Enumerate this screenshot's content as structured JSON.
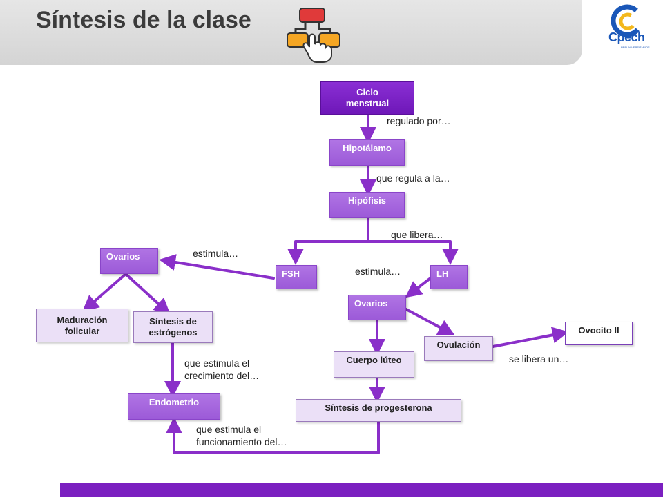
{
  "header": {
    "title": "Síntesis de la clase",
    "logo_text": "Cpech",
    "logo_subtext": "PREUNIVERSITARIOS"
  },
  "colors": {
    "accent": "#7b1fc0",
    "node_dark": "#7a22c6",
    "node_mid": "#a86ae0",
    "node_light": "#ebe0f7",
    "arrow": "#8a2fc9",
    "logo_blue": "#1a57b8",
    "logo_yellow": "#f3b81c"
  },
  "diagram": {
    "nodes": {
      "ciclo_line1": "Ciclo",
      "ciclo_line2": "menstrual",
      "hipotalamo": "Hipotálamo",
      "hipofisis": "Hipófisis",
      "ovarios_left": "Ovarios",
      "fsh": "FSH",
      "lh": "LH",
      "ovarios_center": "Ovarios",
      "maduracion_line1": "Maduración",
      "maduracion_line2": "folicular",
      "sintesis_estrogenos_line1": "Síntesis de",
      "sintesis_estrogenos_line2": "estrógenos",
      "endometrio": "Endometrio",
      "cuerpo_luteo": "Cuerpo lúteo",
      "ovulacion": "Ovulación",
      "ovocito": "Ovocito II",
      "sintesis_progesterona": "Síntesis de progesterona"
    },
    "labels": {
      "regulado_por": "regulado por…",
      "que_regula": "que regula a la…",
      "que_libera": "que libera…",
      "estimula_1": "estimula…",
      "estimula_2": "estimula…",
      "crecimiento_line1": "que estimula el",
      "crecimiento_line2": "crecimiento del…",
      "funcionamiento_line1": "que estimula el",
      "funcionamiento_line2": "funcionamiento del…",
      "se_libera": "se libera un…"
    }
  }
}
